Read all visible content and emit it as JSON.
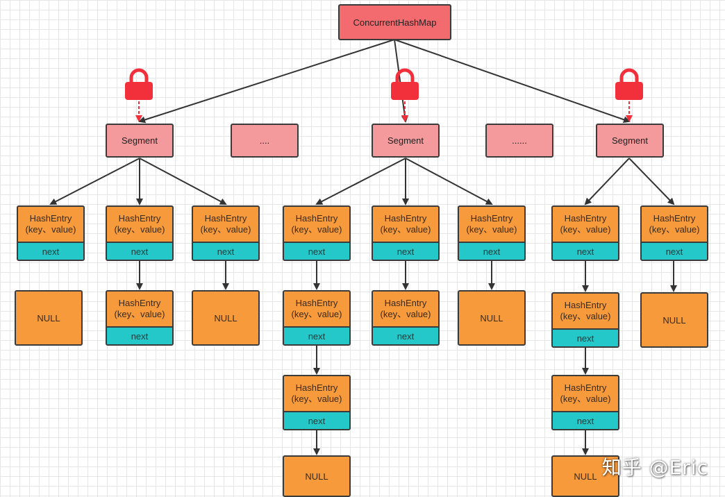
{
  "diagram": {
    "root": {
      "label": "ConcurrentHashMap"
    },
    "segment_label": "Segment",
    "ellipsis_short": "....",
    "ellipsis_long": "......",
    "entry_title": "HashEntry",
    "entry_subtitle": "(key、value)",
    "entry_next": "next",
    "null_label": "NULL"
  },
  "watermark": "知乎 @Eric",
  "colors": {
    "root": "#f36a6f",
    "segment": "#f49a9c",
    "entry": "#f79a3c",
    "next": "#25c8c8",
    "lock": "#f2303b",
    "arrow": "#333333",
    "grid": "#e6e6e6"
  }
}
